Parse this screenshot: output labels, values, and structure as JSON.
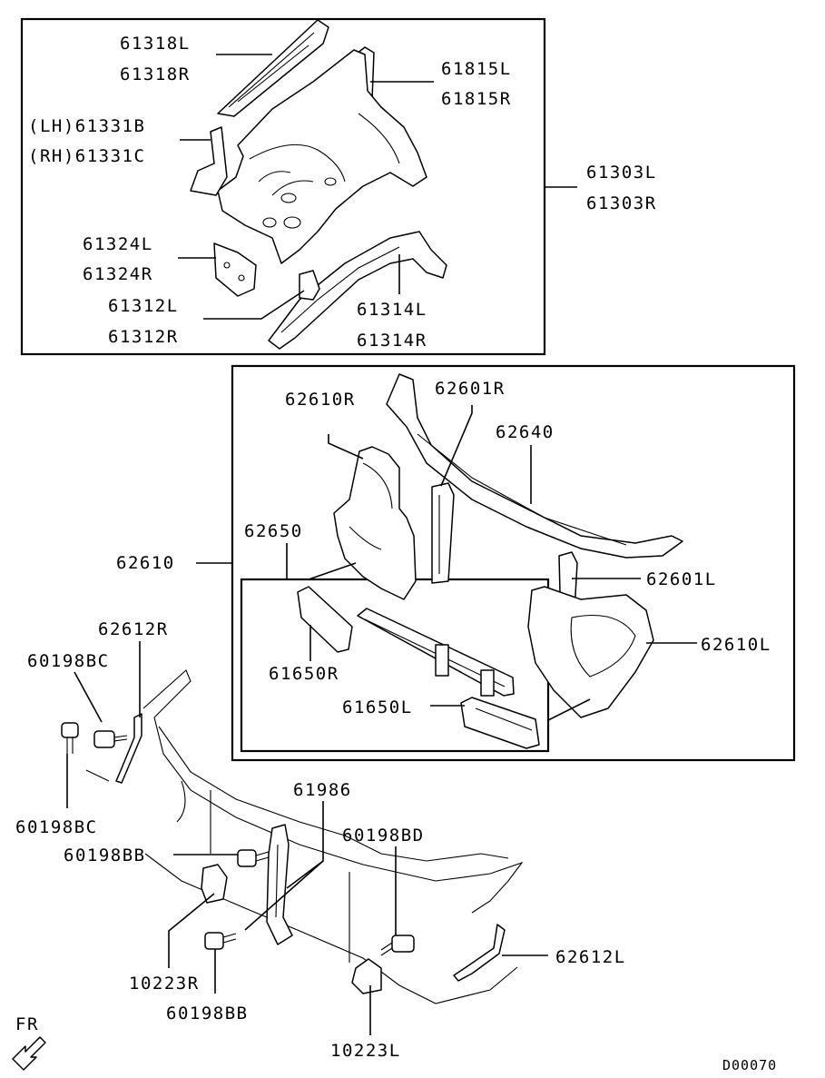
{
  "diagram": {
    "drawing_code": "D00070",
    "direction_label": "FR",
    "labels": {
      "p61318l": "61318L",
      "p61318r": "61318R",
      "p61815l": "61815L",
      "p61815r": "61815R",
      "p61331b": "(LH)61331B",
      "p61331c": "(RH)61331C",
      "p61303l": "61303L",
      "p61303r": "61303R",
      "p61324l": "61324L",
      "p61324r": "61324R",
      "p61312l": "61312L",
      "p61312r": "61312R",
      "p61314l": "61314L",
      "p61314r": "61314R",
      "p62610r": "62610R",
      "p62601r": "62601R",
      "p62640": "62640",
      "p62650": "62650",
      "p62610": "62610",
      "p62601l": "62601L",
      "p62610l": "62610L",
      "p61650r": "61650R",
      "p61650l": "61650L",
      "p62612r": "62612R",
      "p60198bc_top": "60198BC",
      "p60198bc_bot": "60198BC",
      "p61986": "61986",
      "p60198bd": "60198BD",
      "p60198bb_top": "60198BB",
      "p62612l": "62612L",
      "p10223r": "10223R",
      "p60198bb_bot": "60198BB",
      "p10223l": "10223L"
    }
  }
}
